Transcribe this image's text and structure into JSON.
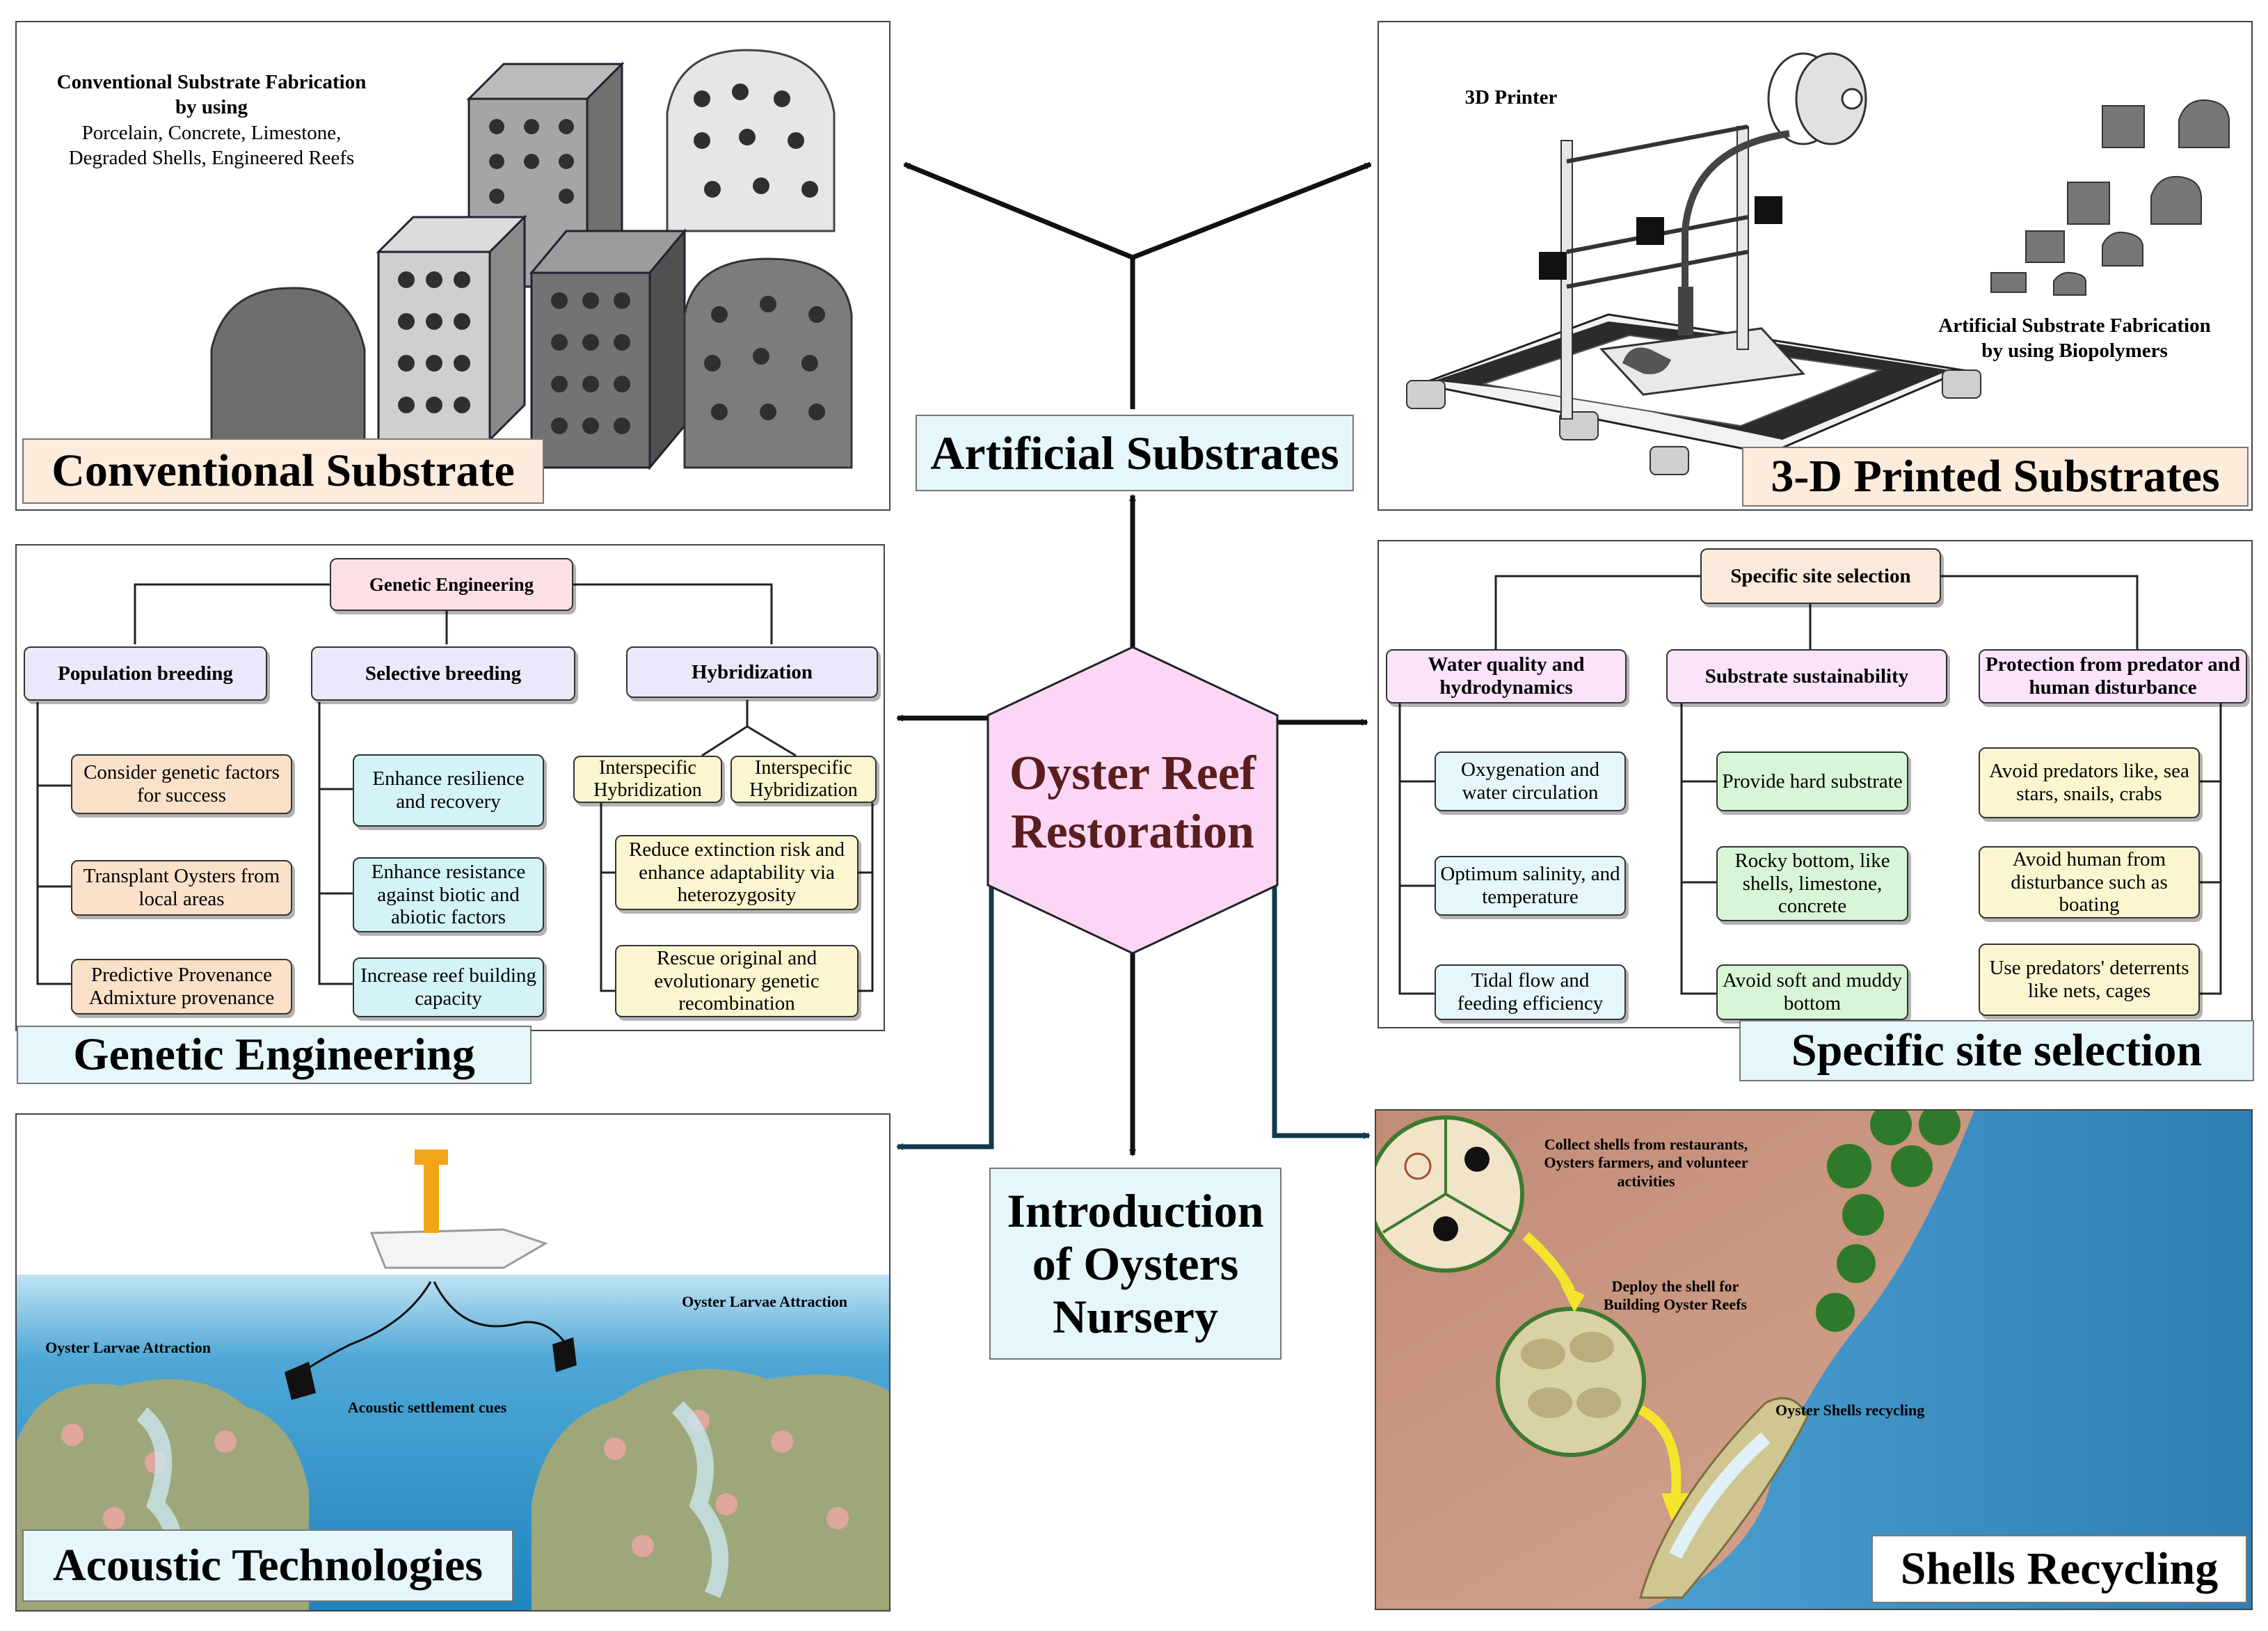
{
  "center": {
    "title_line1": "Oyster Reef",
    "title_line2": "Restoration"
  },
  "artificial_substrates": {
    "label": "Artificial Substrates"
  },
  "introduction": {
    "line1": "Introduction",
    "line2": "of Oysters",
    "line3": "Nursery"
  },
  "conventional": {
    "label": "Conventional Substrate",
    "heading_line1": "Conventional Substrate Fabrication",
    "heading_line2": "by using",
    "materials_line1": "Porcelain, Concrete, Limestone,",
    "materials_line2": "Degraded Shells, Engineered Reefs"
  },
  "printed": {
    "label": "3-D Printed Substrates",
    "printer_label": "3D Printer",
    "fab_line1": "Artificial Substrate Fabrication",
    "fab_line2": "by using Biopolymers"
  },
  "genetic": {
    "label": "Genetic Engineering",
    "root": "Genetic Engineering",
    "branches": [
      {
        "title": "Population breeding",
        "items": [
          "Consider genetic factors for success",
          "Transplant Oysters from local areas",
          "Predictive Provenance Admixture provenance"
        ]
      },
      {
        "title": "Selective breeding",
        "items": [
          "Enhance resilience and recovery",
          "Enhance resistance against biotic and abiotic factors",
          "Increase reef building capacity"
        ]
      },
      {
        "title": "Hybridization",
        "sub": [
          "Interspecific Hybridization",
          "Interspecific Hybridization"
        ],
        "items": [
          "Reduce extinction risk and enhance adaptability via heterozygosity",
          "Rescue original  and evolutionary genetic recombination"
        ]
      }
    ]
  },
  "site": {
    "label": "Specific site selection",
    "root": "Specific site selection",
    "branches": [
      {
        "title": "Water quality and hydrodynamics",
        "items": [
          "Oxygenation and water circulation",
          "Optimum salinity, and temperature",
          "Tidal flow and feeding efficiency"
        ]
      },
      {
        "title": "Substrate sustainability",
        "items": [
          "Provide hard substrate",
          "Rocky bottom, like shells, limestone, concrete",
          "Avoid soft and muddy bottom"
        ]
      },
      {
        "title": "Protection from predator and human disturbance",
        "items": [
          "Avoid predators like, sea stars, snails, crabs",
          "Avoid human from disturbance such as boating",
          "Use predators' deterrents like nets, cages"
        ]
      }
    ]
  },
  "acoustic": {
    "label": "Acoustic Technologies",
    "attraction_left": "Oyster Larvae Attraction",
    "attraction_right": "Oyster Larvae Attraction",
    "cues": "Acoustic settlement cues"
  },
  "recycling": {
    "label": "Shells Recycling",
    "collect": "Collect shells from restaurants, Oysters farmers, and volunteer activities",
    "deploy": "Deploy the shell for Building Oyster Reefs",
    "recycle": "Oyster Shells recycling"
  },
  "colors": {
    "hexagon_fill": "#fbd7f5",
    "label_blue": "#e6f7fb",
    "label_peach": "#fdebdc",
    "genetic_root": "#fde0e6",
    "breeding_header": "#e9e9fb",
    "peach_node": "#fbe1c9",
    "cyan_node": "#d3f3f7",
    "yellow_node": "#fbf6cf",
    "site_root": "#fbeadb",
    "site_header": "#fae3fb",
    "green_node": "#d8f6d7",
    "water": "#4da3d2",
    "sand": "#c89178"
  }
}
